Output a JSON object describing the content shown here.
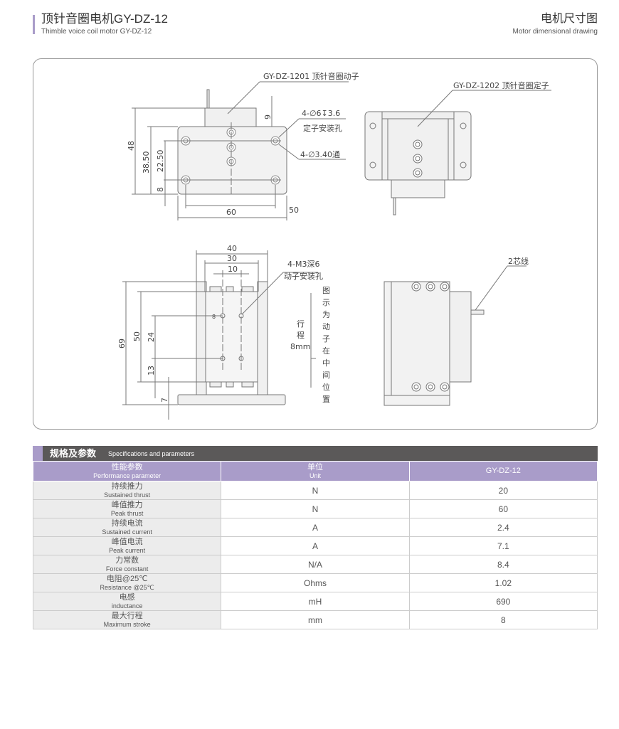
{
  "header": {
    "title": "顶针音圈电机GY-DZ-12",
    "subtitle": "Thimble voice coil motor GY-DZ-12",
    "right_title": "电机尺寸图",
    "right_subtitle": "Motor dimensional drawing"
  },
  "drawing": {
    "mover_label": "GY-DZ-1201 顶针音圈动子",
    "stator_label": "GY-DZ-1202 顶针音圈定子",
    "hole1": "4-∅6↧3.6",
    "hole1_desc": "定子安装孔",
    "hole2": "4-∅3.40通",
    "dims_top": {
      "d48": "48",
      "d3850": "38.50",
      "d2250": "22.50",
      "d8": "8",
      "d60": "60",
      "d50": "50",
      "d9": "9"
    },
    "dims_bottom": {
      "d40": "40",
      "d30": "30",
      "d10": "10",
      "d69": "69",
      "d50": "50",
      "d24": "24",
      "d13": "13",
      "d7": "7",
      "d8": "8"
    },
    "m3_label": "4-M3深6",
    "m3_desc": "动子安装孔",
    "stroke_a": "行",
    "stroke_b": "程",
    "stroke_c": "8mm",
    "note_chars": [
      "图",
      "示",
      "为",
      "动",
      "子",
      "在",
      "中",
      "间",
      "位",
      "置"
    ],
    "wire_label": "2芯线"
  },
  "spec": {
    "title": "规格及参数",
    "title_en": "Specifications and parameters",
    "columns": [
      {
        "zh": "性能参数",
        "en": "Performance parameter"
      },
      {
        "zh": "单位",
        "en": "Unit"
      },
      {
        "zh": "GY-DZ-12",
        "en": ""
      }
    ],
    "rows": [
      {
        "zh": "持续推力",
        "en": "Sustained thrust",
        "unit": "N",
        "value": "20"
      },
      {
        "zh": "峰值推力",
        "en": "Peak thrust",
        "unit": "N",
        "value": "60"
      },
      {
        "zh": "持续电流",
        "en": "Sustained current",
        "unit": "A",
        "value": "2.4"
      },
      {
        "zh": "峰值电流",
        "en": "Peak current",
        "unit": "A",
        "value": "7.1"
      },
      {
        "zh": "力常数",
        "en": "Force constant",
        "unit": "N/A",
        "value": "8.4"
      },
      {
        "zh": "电阻@25℃",
        "en": "Resistance @25℃",
        "unit": "Ohms",
        "value": "1.02"
      },
      {
        "zh": "电感",
        "en": "inductance",
        "unit": "mH",
        "value": "690"
      },
      {
        "zh": "最大行程",
        "en": "Maximum stroke",
        "unit": "mm",
        "value": "8"
      }
    ]
  }
}
